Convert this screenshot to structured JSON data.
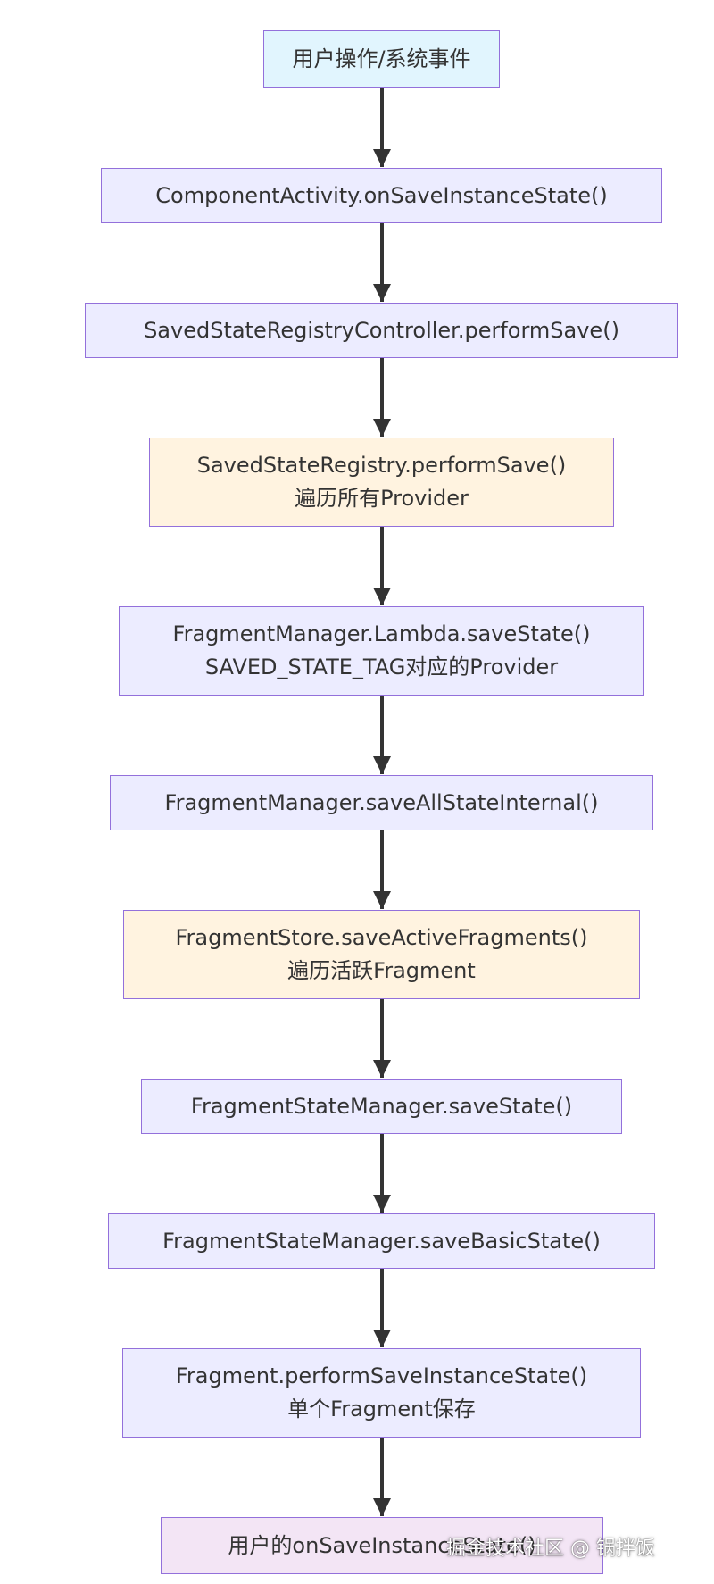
{
  "nodes": [
    {
      "id": "n1",
      "style": "start",
      "lines": [
        "用户操作/系统事件"
      ]
    },
    {
      "id": "n2",
      "style": "default",
      "lines": [
        "ComponentActivity.onSaveInstanceState()"
      ]
    },
    {
      "id": "n3",
      "style": "default",
      "lines": [
        "SavedStateRegistryController.performSave()"
      ]
    },
    {
      "id": "n4",
      "style": "loop",
      "lines": [
        "SavedStateRegistry.performSave()",
        "遍历所有Provider"
      ]
    },
    {
      "id": "n5",
      "style": "default",
      "lines": [
        "FragmentManager.Lambda.saveState()",
        "SAVED_STATE_TAG对应的Provider"
      ]
    },
    {
      "id": "n6",
      "style": "default",
      "lines": [
        "FragmentManager.saveAllStateInternal()"
      ]
    },
    {
      "id": "n7",
      "style": "loop",
      "lines": [
        "FragmentStore.saveActiveFragments()",
        "遍历活跃Fragment"
      ]
    },
    {
      "id": "n8",
      "style": "default",
      "lines": [
        "FragmentStateManager.saveState()"
      ]
    },
    {
      "id": "n9",
      "style": "default",
      "lines": [
        "FragmentStateManager.saveBasicState()"
      ]
    },
    {
      "id": "n10",
      "style": "default",
      "lines": [
        "Fragment.performSaveInstanceState()",
        "单个Fragment保存"
      ]
    },
    {
      "id": "n11",
      "style": "end",
      "lines": [
        "用户的onSaveInstanceState()"
      ]
    }
  ],
  "edges": [
    [
      "n1",
      "n2"
    ],
    [
      "n2",
      "n3"
    ],
    [
      "n3",
      "n4"
    ],
    [
      "n4",
      "n5"
    ],
    [
      "n5",
      "n6"
    ],
    [
      "n6",
      "n7"
    ],
    [
      "n7",
      "n8"
    ],
    [
      "n8",
      "n9"
    ],
    [
      "n9",
      "n10"
    ],
    [
      "n10",
      "n11"
    ]
  ],
  "watermark": "掘金技术社区 @ 锅拌饭",
  "colors": {
    "border": "#9370DB",
    "default_fill": "#ECECFF",
    "start_fill": "#E1F5FE",
    "loop_fill": "#FFF3E0",
    "end_fill": "#F3E5F5",
    "arrow": "#333333"
  }
}
